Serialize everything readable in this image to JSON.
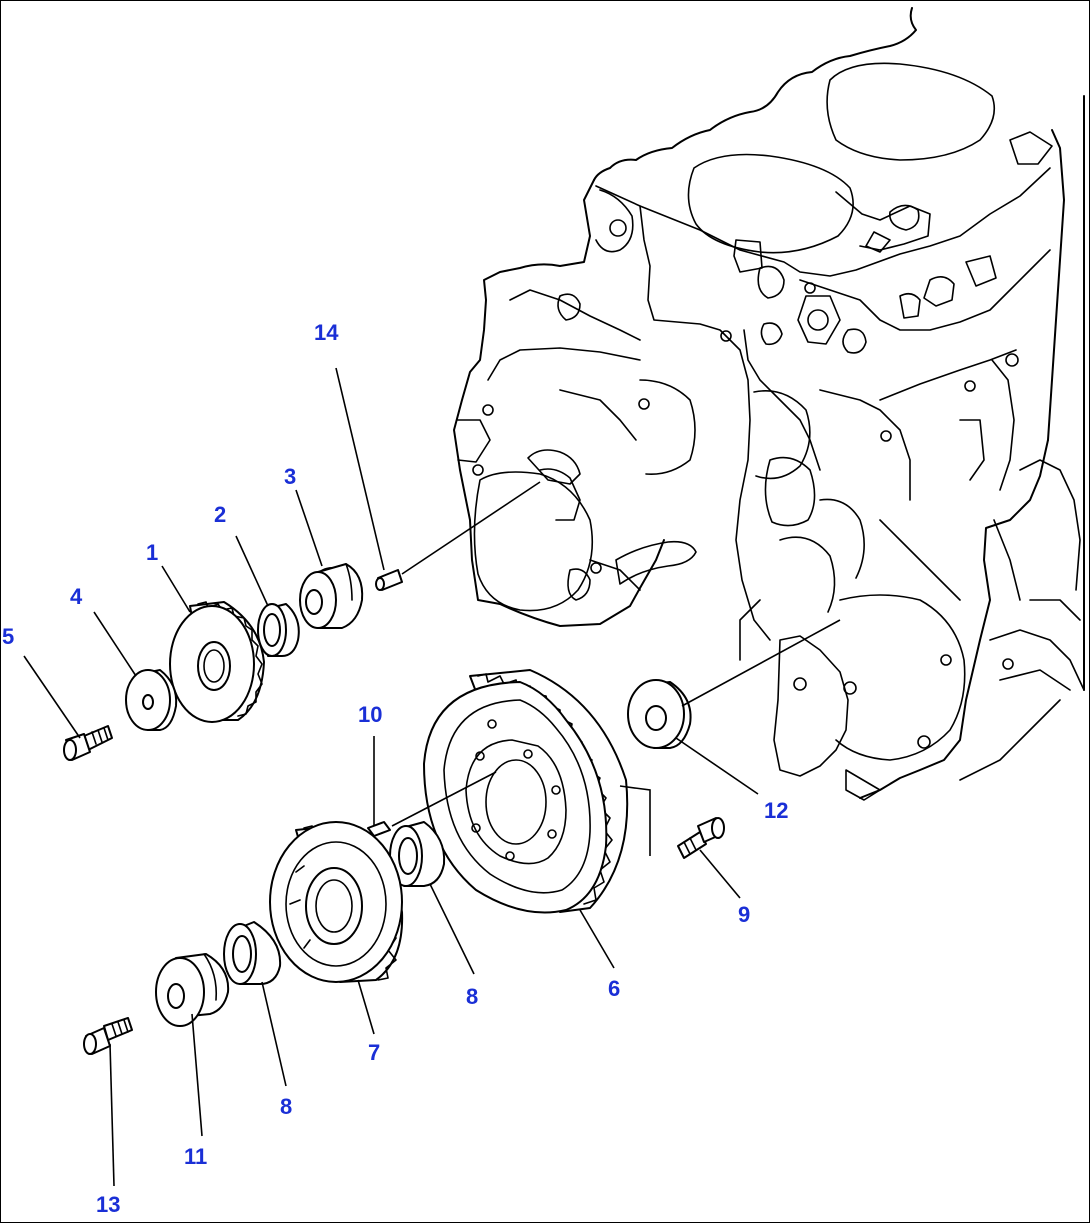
{
  "diagram": {
    "callouts": [
      {
        "id": "c14",
        "label": "14"
      },
      {
        "id": "c3",
        "label": "3"
      },
      {
        "id": "c2",
        "label": "2"
      },
      {
        "id": "c1",
        "label": "1"
      },
      {
        "id": "c4",
        "label": "4"
      },
      {
        "id": "c5",
        "label": "5"
      },
      {
        "id": "c10",
        "label": "10"
      },
      {
        "id": "c12",
        "label": "12"
      },
      {
        "id": "c9",
        "label": "9"
      },
      {
        "id": "c6",
        "label": "6"
      },
      {
        "id": "c8a",
        "label": "8"
      },
      {
        "id": "c7",
        "label": "7"
      },
      {
        "id": "c8b",
        "label": "8"
      },
      {
        "id": "c11",
        "label": "11"
      },
      {
        "id": "c13",
        "label": "13"
      }
    ],
    "colors": {
      "callout": "#1a2fd6",
      "line": "#000000",
      "background": "#ffffff"
    }
  }
}
